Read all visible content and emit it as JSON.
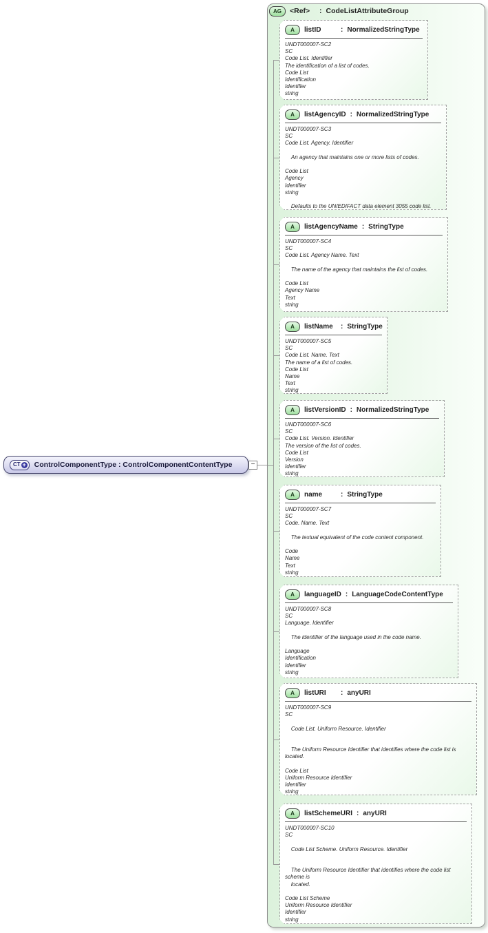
{
  "notation_separator": ":",
  "root_element": {
    "badge": "CT",
    "plus_icon": "+",
    "name": "ControlComponentType",
    "type": "ControlComponentContentType"
  },
  "collapse_toggle": "−",
  "attribute_group": {
    "badge": "AG",
    "name": "<Ref>",
    "type": "CodeListAttributeGroup",
    "attributes": [
      {
        "badge": "A",
        "name": "listID",
        "type": "NormalizedStringType",
        "annotation": [
          "UNDT000007-SC2",
          "SC",
          "Code List. Identifier",
          "The identification of a list of codes.",
          "Code List",
          "Identification",
          "Identifier",
          "string"
        ]
      },
      {
        "badge": "A",
        "name": "listAgencyID",
        "type": "NormalizedStringType",
        "annotation": [
          "UNDT000007-SC3",
          "SC",
          "Code List. Agency. Identifier",
          "",
          "    An agency that maintains one or more lists of codes.",
          "",
          "Code List",
          "Agency",
          "Identifier",
          "string",
          "",
          "    Defaults to the UN/EDIFACT data element 3055 code list."
        ]
      },
      {
        "badge": "A",
        "name": "listAgencyName",
        "type": "StringType",
        "annotation": [
          "UNDT000007-SC4",
          "SC",
          "Code List. Agency Name. Text",
          "",
          "    The name of the agency that maintains the list of codes.",
          "",
          "Code List",
          "Agency Name",
          "Text",
          "string"
        ]
      },
      {
        "badge": "A",
        "name": "listName",
        "type": "StringType",
        "annotation": [
          "UNDT000007-SC5",
          "SC",
          "Code List. Name. Text",
          "The name of a list of codes.",
          "Code List",
          "Name",
          "Text",
          "string"
        ]
      },
      {
        "badge": "A",
        "name": "listVersionID",
        "type": "NormalizedStringType",
        "annotation": [
          "UNDT000007-SC6",
          "SC",
          "Code List. Version. Identifier",
          "The version of the list of codes.",
          "Code List",
          "Version",
          "Identifier",
          "string"
        ]
      },
      {
        "badge": "A",
        "name": "name",
        "type": "StringType",
        "annotation": [
          "UNDT000007-SC7",
          "SC",
          "Code. Name. Text",
          "",
          "    The textual equivalent of the code content component.",
          "",
          "Code",
          "Name",
          "Text",
          "string"
        ]
      },
      {
        "badge": "A",
        "name": "languageID",
        "type": "LanguageCodeContentType",
        "annotation": [
          "UNDT000007-SC8",
          "SC",
          "Language. Identifier",
          "",
          "    The identifier of the language used in the code name.",
          "",
          "Language",
          "Identification",
          "Identifier",
          "string"
        ]
      },
      {
        "badge": "A",
        "name": "listURI",
        "type": "anyURI",
        "annotation": [
          "UNDT000007-SC9",
          "SC",
          "",
          "    Code List. Uniform Resource. Identifier",
          "",
          "",
          "    The Uniform Resource Identifier that identifies where the code list is located.",
          "",
          "Code List",
          "Uniform Resource Identifier",
          "Identifier",
          "string"
        ]
      },
      {
        "badge": "A",
        "name": "listSchemeURI",
        "type": "anyURI",
        "annotation": [
          "UNDT000007-SC10",
          "SC",
          "",
          "    Code List Scheme. Uniform Resource. Identifier",
          "",
          "",
          "    The Uniform Resource Identifier that identifies where the code list scheme is",
          "    located.",
          "",
          "Code List Scheme",
          "Uniform Resource Identifier",
          "Identifier",
          "string"
        ]
      }
    ]
  },
  "colors": {
    "group_fill_left": "#dcf2dc",
    "group_fill_right": "#f9fef9",
    "attribute_badge_green": "#9fdf9f",
    "element_fill": "#c9c9e8",
    "border_gray": "#8f8f8f",
    "text_dark": "#1f1f1f"
  }
}
